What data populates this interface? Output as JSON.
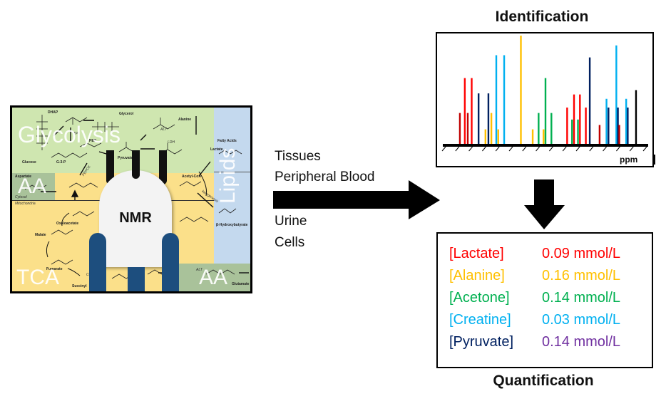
{
  "diagram": {
    "regions": {
      "glycolysis": "Glycolysis",
      "lipids": "Lipids",
      "aa_top": "AA",
      "aa_bottom": "AA",
      "tca": "TCA"
    },
    "compartments": {
      "cytosol": "Cytosol",
      "mitochondria": "Mitochondria"
    },
    "metabolites": {
      "dhap": "DHAP",
      "glycerol": "Glycerol",
      "alanine": "Alanine",
      "lactate": "Lactate",
      "fatty_acids": "Fatty Acids",
      "glucose": "Glucose",
      "g3p": "G-3-P",
      "pep": "PEP",
      "pyruvate": "Pyruvate",
      "aspartate": "Aspartate",
      "acetyl_coa": "Acetyl-CoA",
      "oxaloacetate": "Oxaloacetate",
      "malate": "Malate",
      "fumarate": "Fumarate",
      "succinyl": "Succinyl",
      "b_hydroxybutyrate": "β-Hydroxybutyrate",
      "glutamate": "Glutamate"
    },
    "enzymes": {
      "alt": "ALT",
      "ldh": "LDH",
      "tpi": "TPI",
      "pepck": "PEPCK",
      "ketogenesis": "ketogenesis",
      "alt2": "ALT",
      "coa": "CoA"
    },
    "device_label": "NMR"
  },
  "samples": {
    "above_arrow": [
      "Tissues",
      "Peripheral Blood"
    ],
    "below_arrow": [
      "Urine",
      "Cells"
    ]
  },
  "identification": {
    "title": "Identification",
    "axis_label": "ppm",
    "colors": {
      "lactate": "#ff0000",
      "lactate_dark": "#c00000",
      "alanine": "#ffc000",
      "acetone": "#00b050",
      "creatine": "#00b0f0",
      "pyruvate": "#002060",
      "other": "#000000"
    }
  },
  "chart_data": {
    "type": "bar",
    "title": "Identification",
    "xlabel": "ppm",
    "ylabel": "",
    "description": "Stylized NMR stick spectrum; x is relative chemical-shift position (0-100), y is relative intensity (0-100)",
    "xlim": [
      0,
      100
    ],
    "ylim": [
      0,
      100
    ],
    "tick_count": 16,
    "peaks": [
      {
        "x": 6.5,
        "y": 29,
        "series": "lactate_dark"
      },
      {
        "x": 9.0,
        "y": 61,
        "series": "lactate"
      },
      {
        "x": 10.5,
        "y": 29,
        "series": "lactate_dark"
      },
      {
        "x": 12.5,
        "y": 61,
        "series": "lactate"
      },
      {
        "x": 16.0,
        "y": 47,
        "series": "pyruvate"
      },
      {
        "x": 19.5,
        "y": 14,
        "series": "alanine"
      },
      {
        "x": 21.0,
        "y": 47,
        "series": "pyruvate"
      },
      {
        "x": 22.5,
        "y": 29,
        "series": "alanine"
      },
      {
        "x": 25.0,
        "y": 82,
        "series": "creatine"
      },
      {
        "x": 26.0,
        "y": 14,
        "series": "alanine"
      },
      {
        "x": 29.0,
        "y": 82,
        "series": "creatine"
      },
      {
        "x": 37.5,
        "y": 100,
        "series": "alanine"
      },
      {
        "x": 43.5,
        "y": 14,
        "series": "alanine"
      },
      {
        "x": 46.5,
        "y": 29,
        "series": "acetone"
      },
      {
        "x": 49.0,
        "y": 14,
        "series": "alanine"
      },
      {
        "x": 50.0,
        "y": 61,
        "series": "acetone"
      },
      {
        "x": 53.0,
        "y": 29,
        "series": "acetone"
      },
      {
        "x": 61.0,
        "y": 34,
        "series": "lactate"
      },
      {
        "x": 63.5,
        "y": 23,
        "series": "acetone"
      },
      {
        "x": 64.5,
        "y": 46,
        "series": "lactate"
      },
      {
        "x": 66.5,
        "y": 23,
        "series": "acetone"
      },
      {
        "x": 67.5,
        "y": 46,
        "series": "lactate"
      },
      {
        "x": 70.5,
        "y": 34,
        "series": "lactate"
      },
      {
        "x": 72.5,
        "y": 80,
        "series": "pyruvate"
      },
      {
        "x": 77.5,
        "y": 18,
        "series": "lactate_dark"
      },
      {
        "x": 81.0,
        "y": 42,
        "series": "creatine"
      },
      {
        "x": 82.0,
        "y": 34,
        "series": "pyruvate"
      },
      {
        "x": 86.0,
        "y": 91,
        "series": "creatine"
      },
      {
        "x": 86.8,
        "y": 34,
        "series": "pyruvate"
      },
      {
        "x": 87.5,
        "y": 18,
        "series": "lactate_dark"
      },
      {
        "x": 91.0,
        "y": 42,
        "series": "creatine"
      },
      {
        "x": 91.8,
        "y": 34,
        "series": "pyruvate"
      },
      {
        "x": 96.0,
        "y": 50,
        "series": "other"
      }
    ]
  },
  "quantification": {
    "title": "Quantification",
    "rows": [
      {
        "name": "[Lactate]",
        "value": "0.09 mmol/L",
        "name_color": "#ff0000",
        "value_color": "#ff0000"
      },
      {
        "name": "[Alanine]",
        "value": "0.16 mmol/L",
        "name_color": "#ffc000",
        "value_color": "#ffc000"
      },
      {
        "name": "[Acetone]",
        "value": "0.14 mmol/L",
        "name_color": "#00b050",
        "value_color": "#00b050"
      },
      {
        "name": "[Creatine]",
        "value": "0.03 mmol/L",
        "name_color": "#00b0f0",
        "value_color": "#00b0f0"
      },
      {
        "name": "[Pyruvate]",
        "value": "0.14 mmol/L",
        "name_color": "#002060",
        "value_color": "#7030a0"
      }
    ]
  }
}
